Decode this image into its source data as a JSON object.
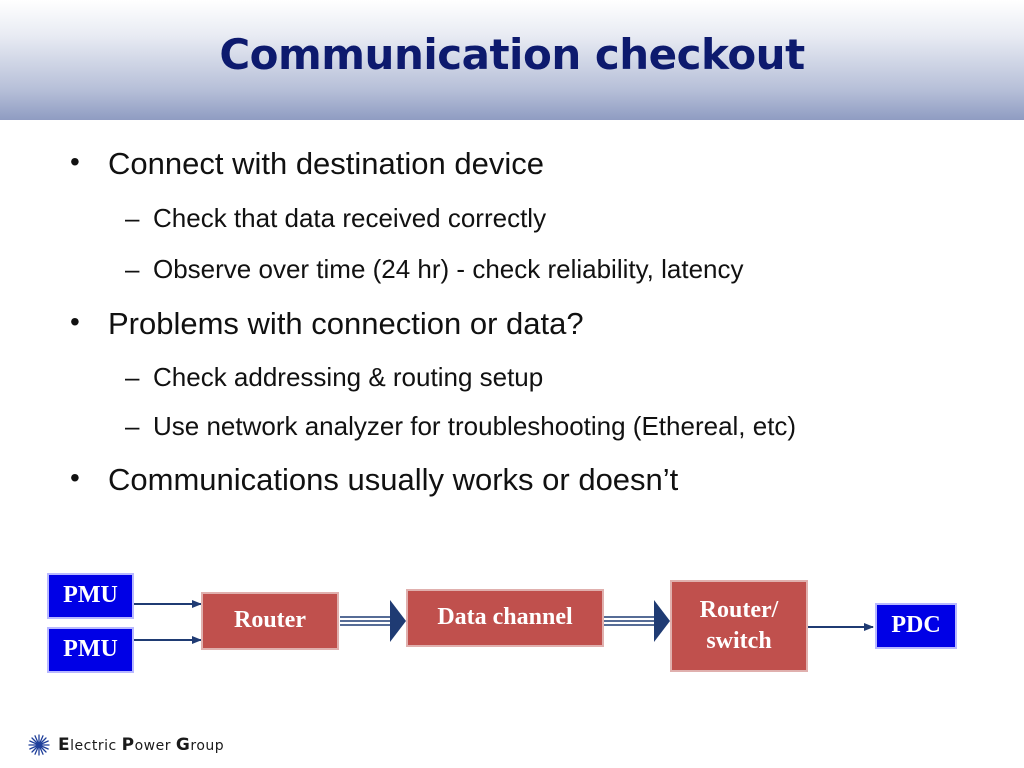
{
  "slide": {
    "title": "Communication checkout"
  },
  "bullets": [
    {
      "text": "Connect with destination device",
      "sub": [
        "Check that data received correctly",
        "Observe over time (24 hr) - check reliability, latency"
      ]
    },
    {
      "text": "Problems with connection or data?",
      "sub": [
        "Check addressing & routing setup",
        "Use network analyzer for troubleshooting (Ethereal, etc)"
      ]
    },
    {
      "text": "Communications usually works or doesn’t",
      "sub": []
    }
  ],
  "bullet_glyph": "•",
  "sub_glyph": "–",
  "diagram": {
    "pmu_1": "PMU",
    "pmu_2": "PMU",
    "router": "Router",
    "data_channel": "Data channel",
    "router_switch_line1": "Router/",
    "router_switch_line2": "switch",
    "pdc": "PDC",
    "colors": {
      "blue_box": "#0000e6",
      "red_box": "#c0504d",
      "arrow": "#1f3b73"
    }
  },
  "footer": {
    "company_e": "E",
    "company_lectric": "lectric ",
    "company_p": "P",
    "company_ower": "ower ",
    "company_g": "G",
    "company_roup": "roup",
    "logo_icon": "starburst-icon"
  }
}
